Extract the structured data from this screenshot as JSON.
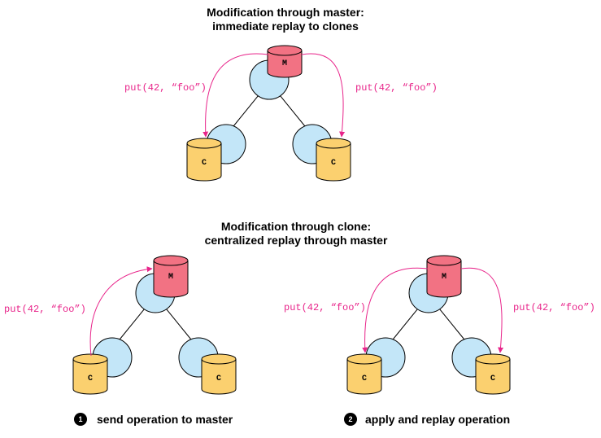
{
  "colors": {
    "master": "#f27283",
    "clone": "#fbd06f",
    "node": "#c3e6f8",
    "operation": "#e8248a"
  },
  "top": {
    "heading_line1": "Modification through master:",
    "heading_line2": "immediate replay to clones",
    "master_label": "M",
    "clone_label": "C",
    "op_left": "put(42, “foo”)",
    "op_right": "put(42, “foo”)"
  },
  "bottom": {
    "heading_line1": "Modification through clone:",
    "heading_line2": "centralized replay through master",
    "master_label": "M",
    "clone_label": "C",
    "left": {
      "op": "put(42, “foo”)",
      "step_number": "1",
      "step_text": "send operation to master"
    },
    "right": {
      "op_left": "put(42, “foo”)",
      "op_right": "put(42, “foo”)",
      "step_number": "2",
      "step_text": "apply and replay operation"
    }
  }
}
